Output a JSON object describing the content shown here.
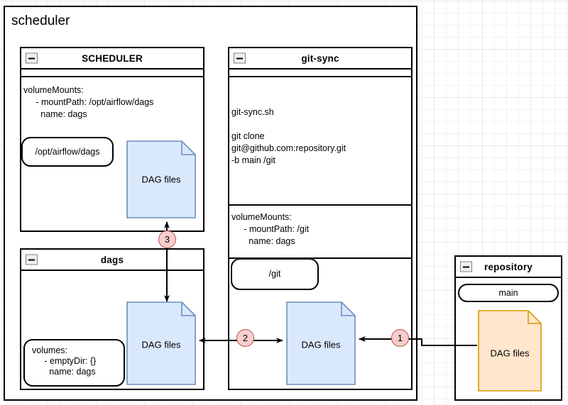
{
  "diagram": {
    "title": "scheduler",
    "icons": {
      "collapse": "collapse-minus-icon"
    },
    "colors": {
      "doc_blue_fill": "#dae8fc",
      "doc_blue_stroke": "#6c8ebf",
      "doc_orange_fill": "#ffe6cc",
      "doc_orange_stroke": "#d79b00",
      "badge_fill": "#f8cecc",
      "badge_stroke": "#b85450",
      "line": "#000000"
    }
  },
  "scheduler_component": {
    "title": "SCHEDULER",
    "yaml": "volumeMounts:\n     - mountPath: /opt/airflow/dags\n       name: dags",
    "mount_chip": "/opt/airflow/dags",
    "doc_label": "DAG files"
  },
  "dags_component": {
    "title": "dags",
    "volumes_chip": "volumes:\n     - emptyDir: {}\n       name: dags",
    "doc_label": "DAG files"
  },
  "gitsync_component": {
    "title": "git-sync",
    "script": "git-sync.sh\n\ngit clone\ngit@github.com:repository.git\n-b main /git",
    "yaml": "volumeMounts:\n     - mountPath: /git\n       name: dags",
    "mount_chip": "/git",
    "doc_label": "DAG files"
  },
  "repository_component": {
    "title": "repository",
    "branch_chip": "main",
    "doc_label": "DAG files"
  },
  "flow_badges": [
    {
      "id": "1",
      "label": "1"
    },
    {
      "id": "2",
      "label": "2"
    },
    {
      "id": "3",
      "label": "3"
    }
  ]
}
